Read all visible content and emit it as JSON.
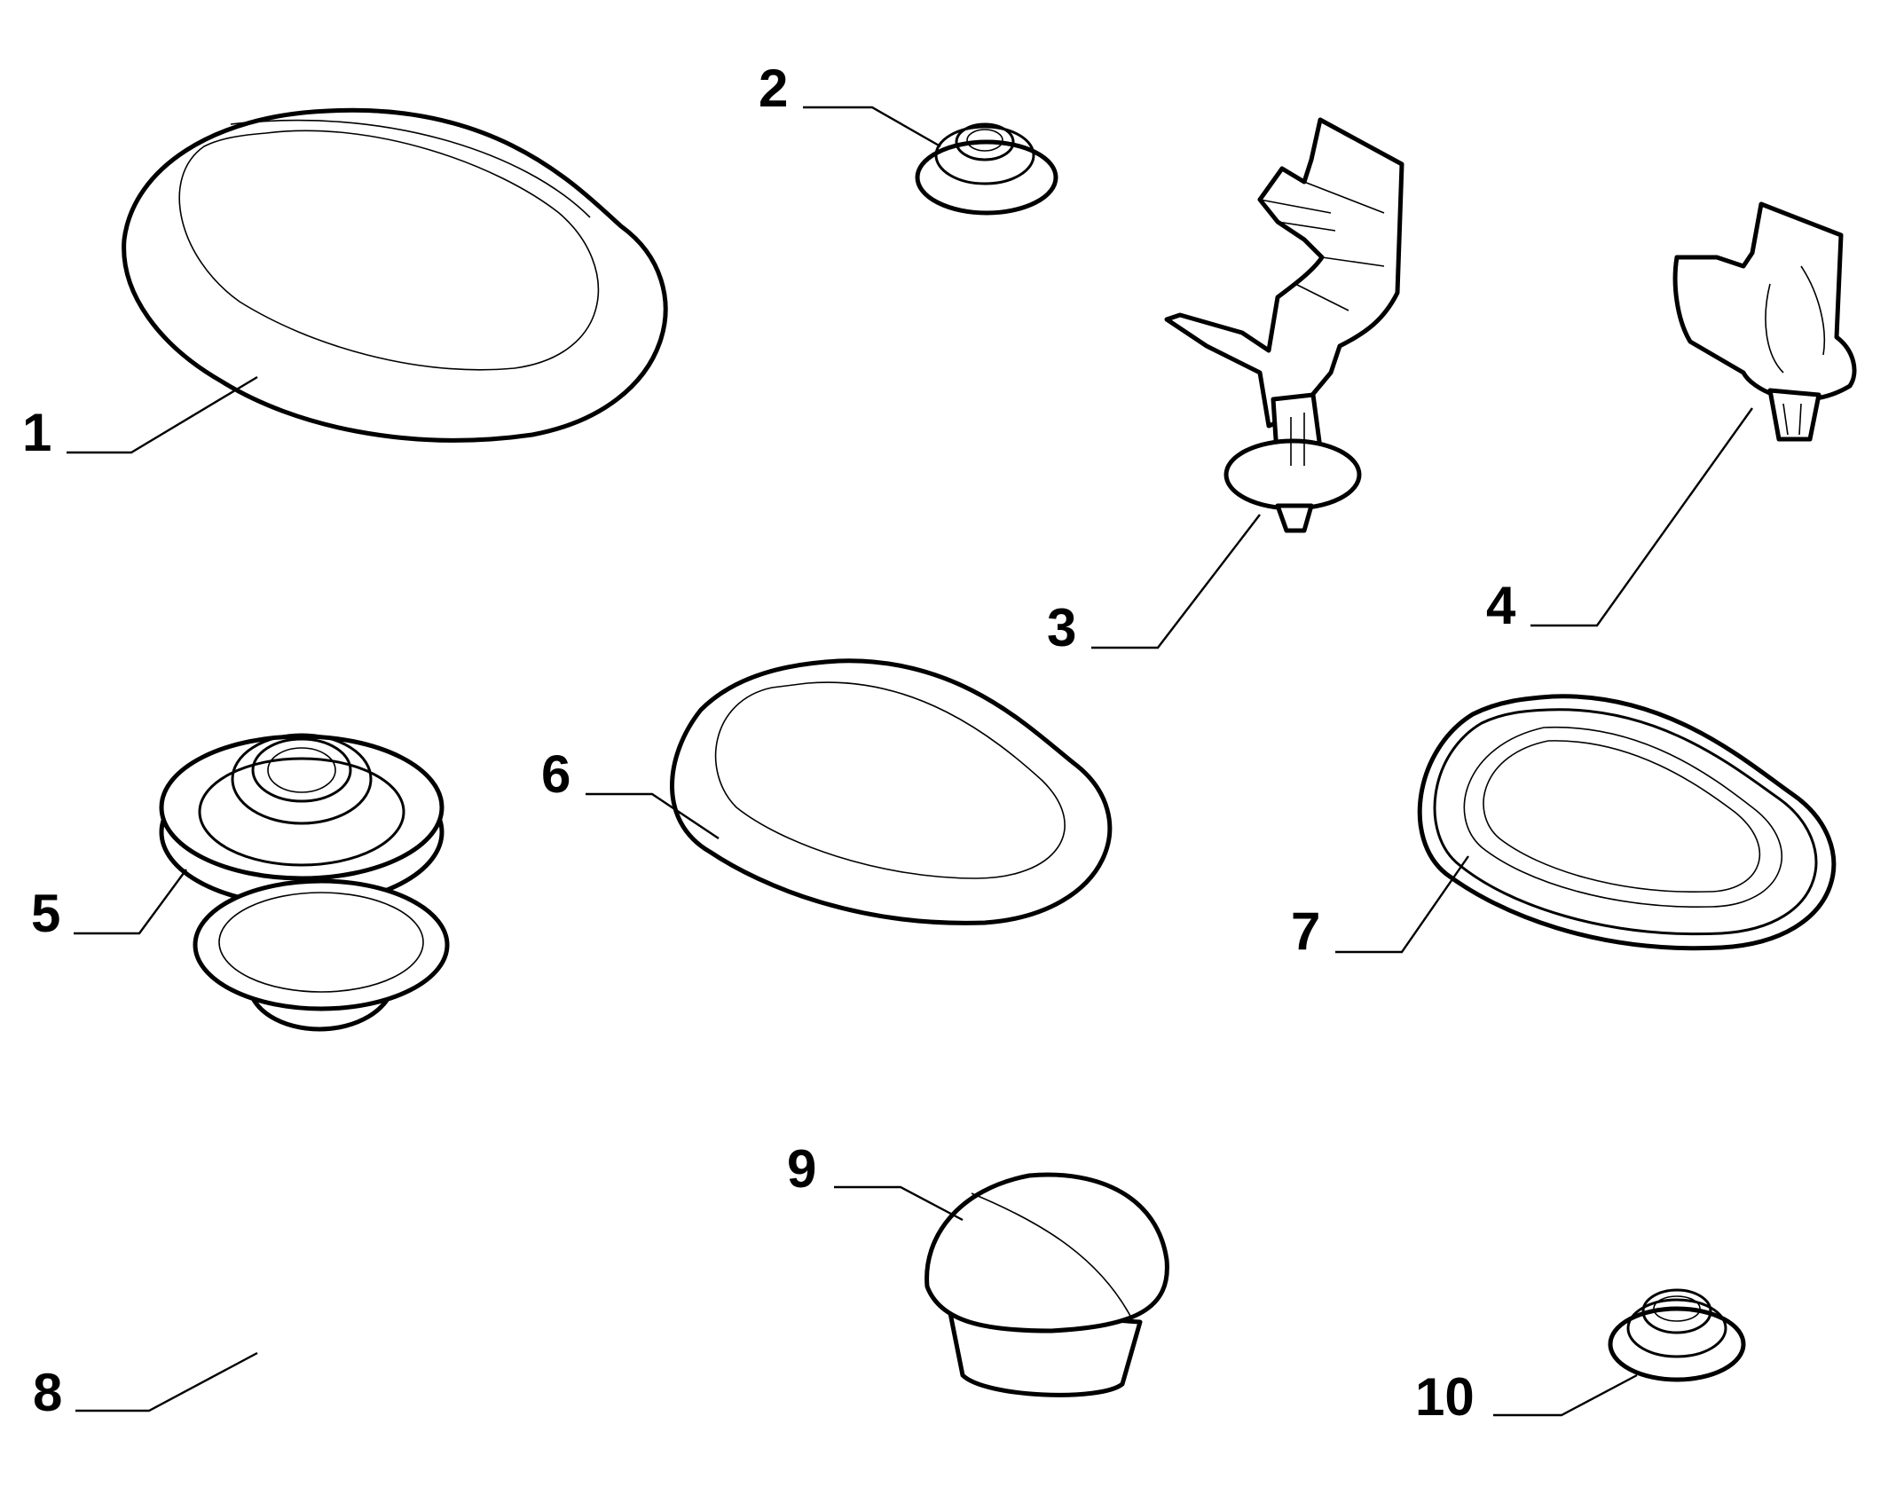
{
  "callouts": [
    {
      "id": 1,
      "label": "1"
    },
    {
      "id": 2,
      "label": "2"
    },
    {
      "id": 3,
      "label": "3"
    },
    {
      "id": 4,
      "label": "4"
    },
    {
      "id": 5,
      "label": "5"
    },
    {
      "id": 6,
      "label": "6"
    },
    {
      "id": 7,
      "label": "7"
    },
    {
      "id": 8,
      "label": "8"
    },
    {
      "id": 9,
      "label": "9"
    },
    {
      "id": 10,
      "label": "10"
    }
  ],
  "colors": {
    "ink": "#000000",
    "paper": "#ffffff"
  }
}
